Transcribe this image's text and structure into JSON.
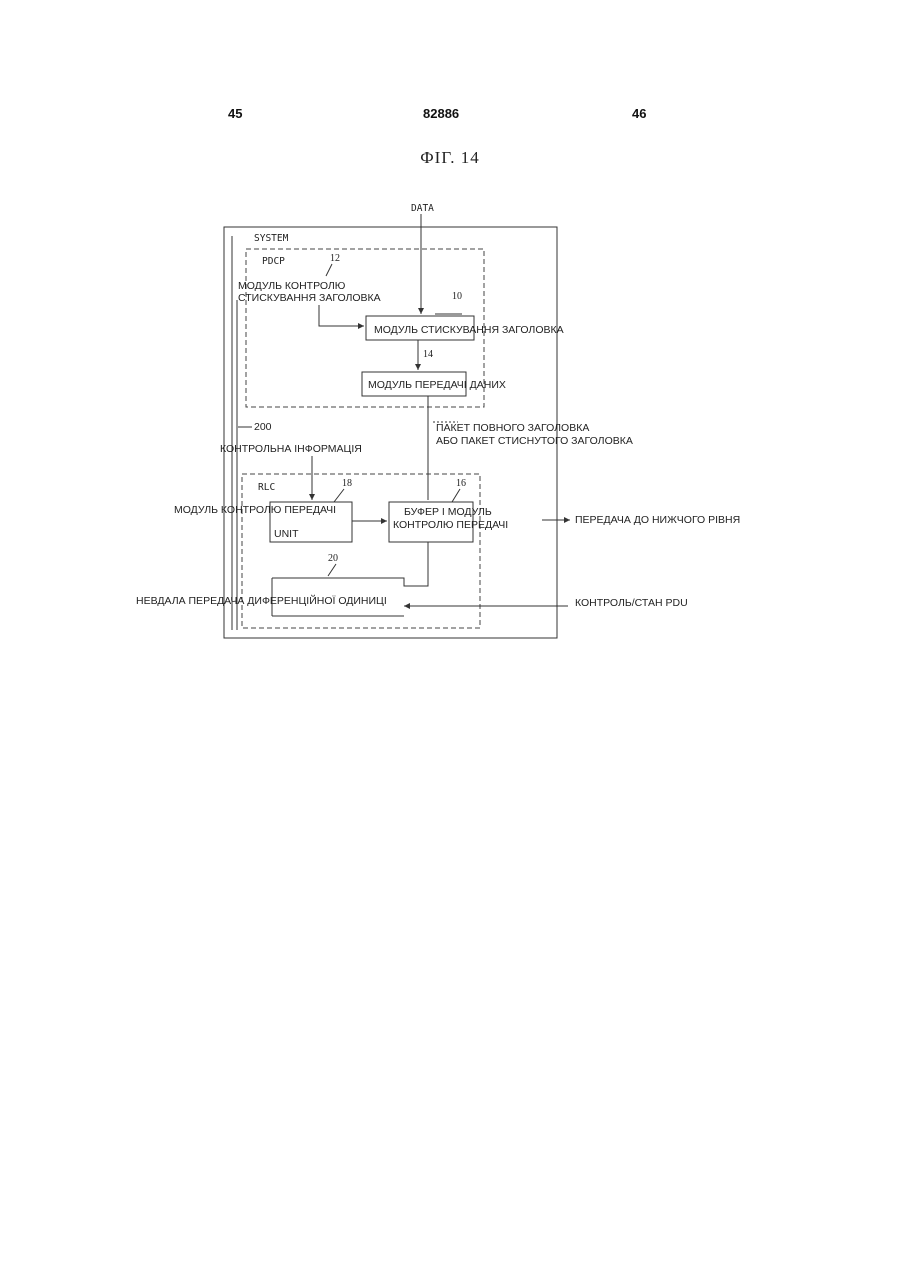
{
  "header": {
    "page_left": "45",
    "patent_number": "82886",
    "page_right": "46"
  },
  "figure_title": "ФІГ. 14",
  "diagram": {
    "input": "DATA",
    "system": "SYSTEM",
    "pdcp": "PDCP",
    "rlc": "RLC",
    "ref_12": "12",
    "ref_10": "10",
    "ref_14": "14",
    "ref_18": "18",
    "ref_16": "16",
    "ref_20": "20",
    "ref_200": "200",
    "header_control_module_1": "МОДУЛЬ КОНТРОЛЮ",
    "header_control_module_2": "СТИСКУВАННЯ ЗАГОЛОВКА",
    "header_compression_module": "МОДУЛЬ СТИСКУВАННЯ ЗАГОЛОВКА",
    "data_transfer_module": "МОДУЛЬ ПЕРЕДАЧІ ДАНИХ",
    "packet_label_1": "ПАКЕТ ПОВНОГО ЗАГОЛОВКА",
    "packet_label_2": "АБО ПАКЕТ СТИСНУТОГО ЗАГОЛОВКА",
    "control_info": "КОНТРОЛЬНА ІНФОРМАЦІЯ",
    "transfer_control_module": "МОДУЛЬ КОНТРОЛЮ ПЕРЕДАЧІ",
    "unit": "UNIT",
    "buffer_module_1": "БУФЕР І МОДУЛЬ",
    "buffer_module_2": "КОНТРОЛЮ ПЕРЕДАЧІ",
    "lower_layer_transfer": "ПЕРЕДАЧА ДО НИЖЧОГО РІВНЯ",
    "failed_transfer": "НЕВДАЛА ПЕРЕДАЧА ДИФЕРЕНЦІЙНОЇ ОДИНИЦІ",
    "control_status_pdu": "КОНТРОЛЬ/СТАН PDU"
  }
}
